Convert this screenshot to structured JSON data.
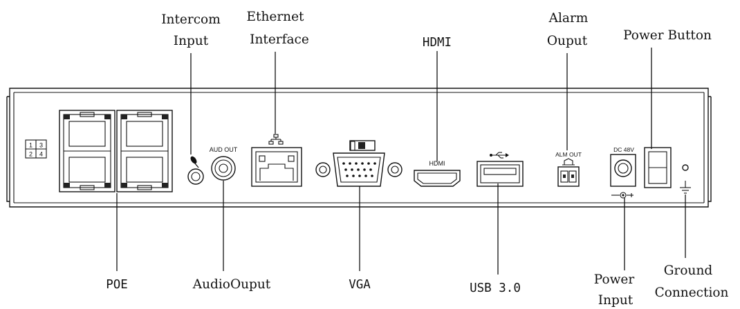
{
  "callouts": {
    "intercom_input": [
      "Intercom",
      "Input"
    ],
    "ethernet_interface": [
      "Ethernet",
      "Interface"
    ],
    "hdmi": "HDMI",
    "alarm_output": [
      "Alarm",
      "Ouput"
    ],
    "power_button": "Power Button",
    "poe": "POE",
    "audio_output": "AudioOuput",
    "vga": "VGA",
    "usb": "USB 3.0",
    "power_input": [
      "Power",
      "Input"
    ],
    "ground_connection": [
      "Ground",
      "Connection"
    ]
  },
  "panel_text": {
    "port_numbers": [
      "1",
      "3",
      "2",
      "4"
    ],
    "aud_out": "AUD OUT",
    "hdmi": "HDMI",
    "alm_out": "ALM OUT",
    "dc": "DC 48V",
    "polarity": "-•-+"
  },
  "icons": [
    "microphone-icon",
    "network-icon",
    "usb-icon",
    "alarm-icon",
    "ground-icon"
  ]
}
